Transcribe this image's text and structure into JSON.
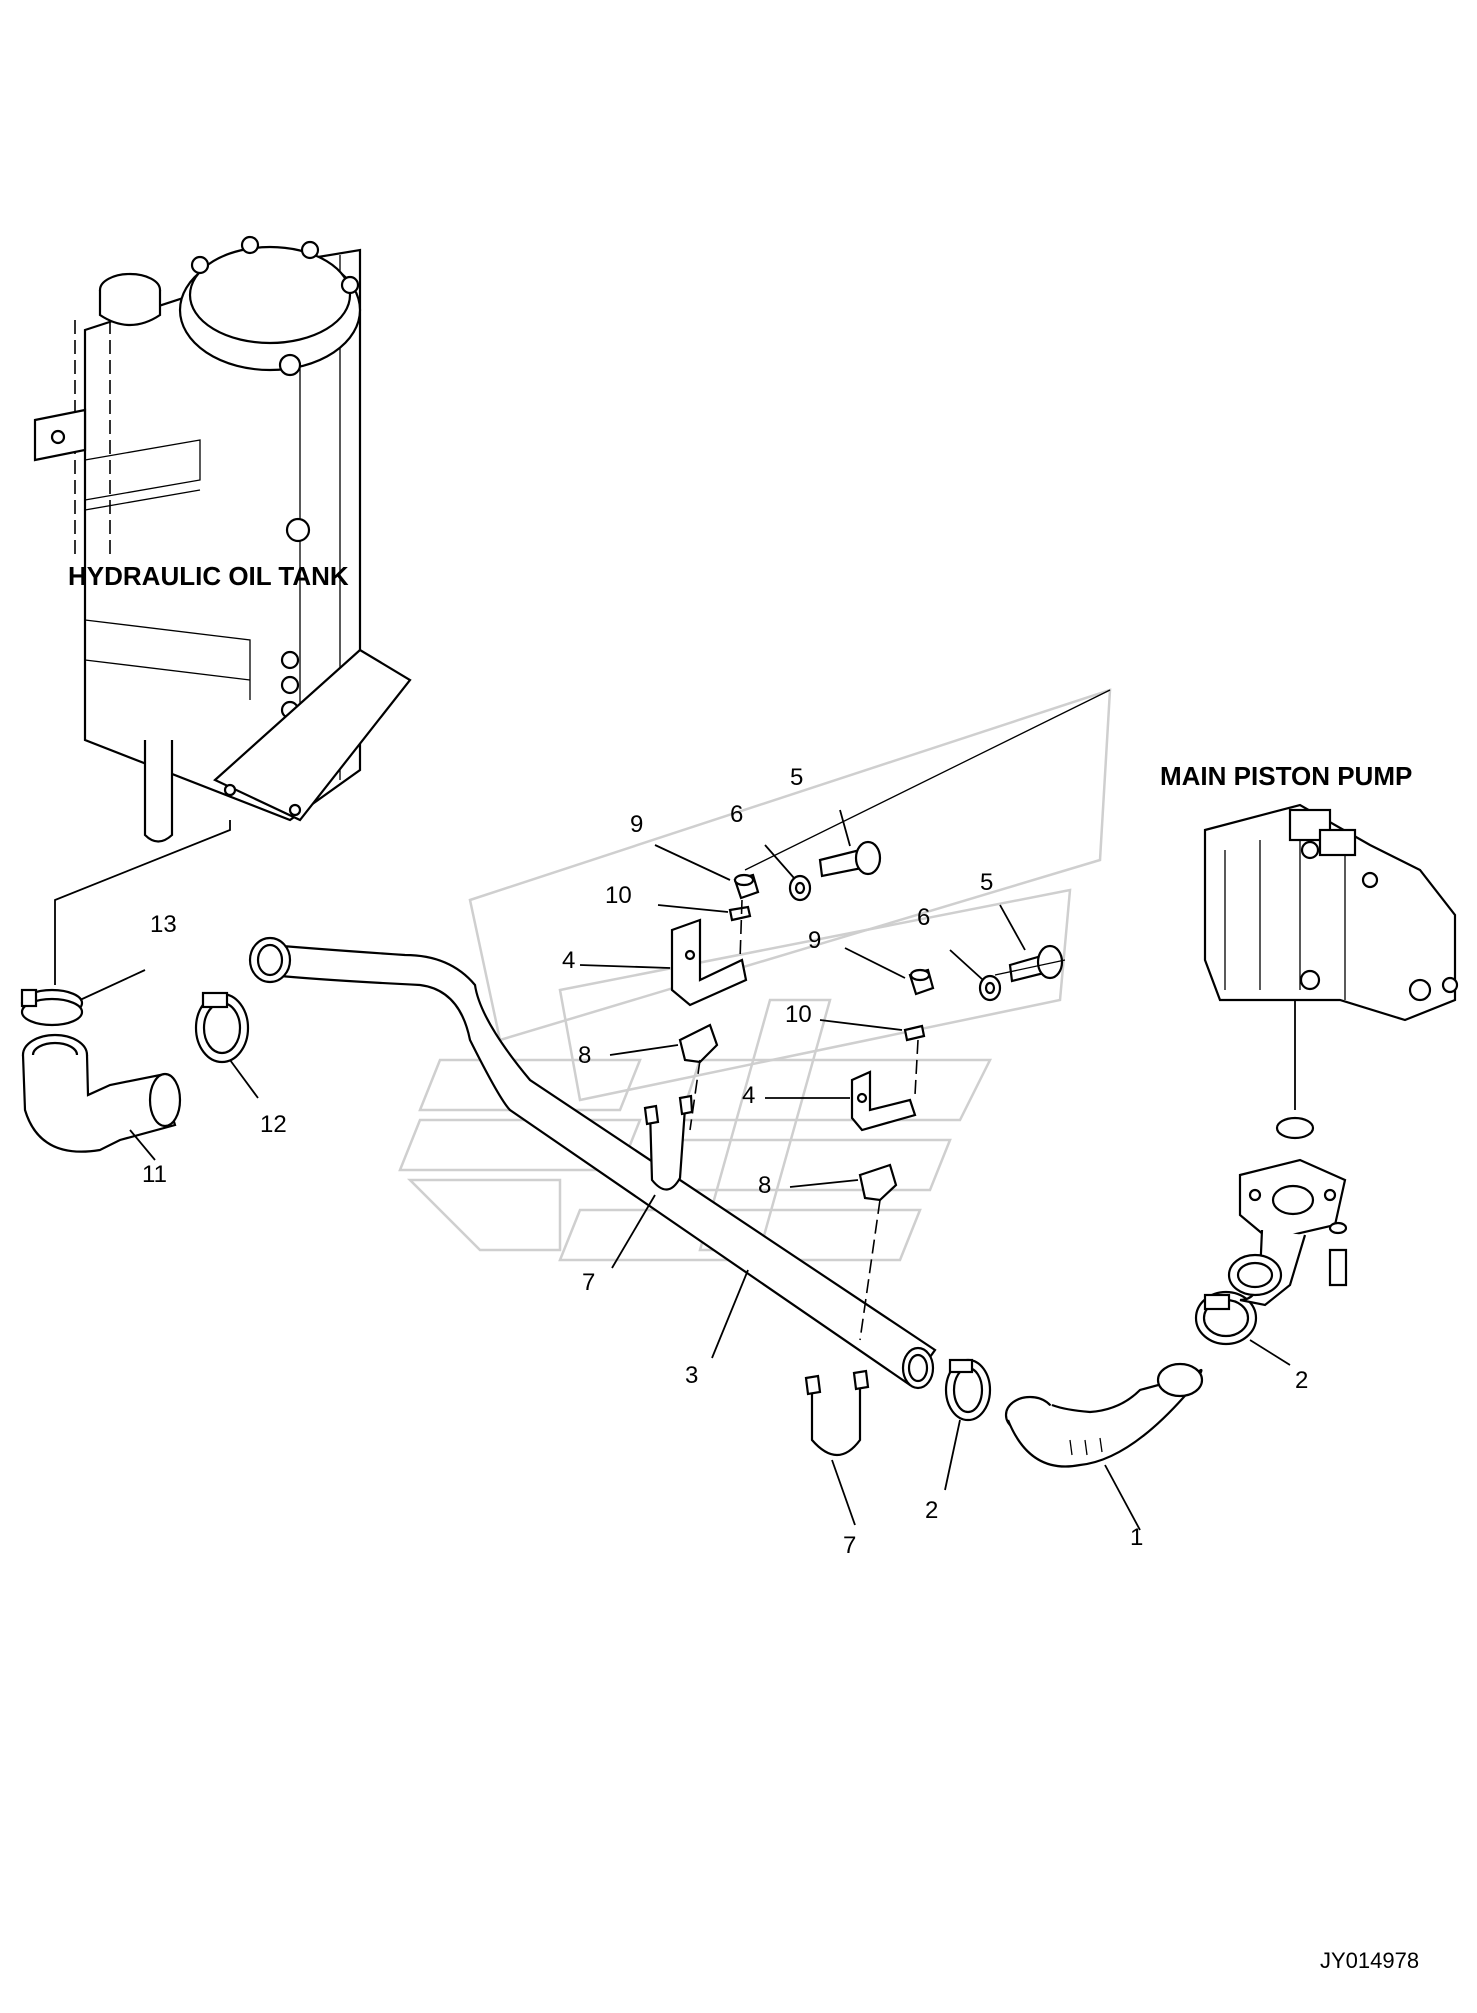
{
  "labels": {
    "hydraulic_oil_tank": "HYDRAULIC OIL TANK",
    "main_piston_pump": "MAIN PISTON PUMP"
  },
  "document_id": "JY014978",
  "callouts": {
    "c1": "1",
    "c2a": "2",
    "c2b": "2",
    "c3": "3",
    "c4a": "4",
    "c4b": "4",
    "c5a": "5",
    "c5b": "5",
    "c6a": "6",
    "c6b": "6",
    "c7a": "7",
    "c7b": "7",
    "c8a": "8",
    "c8b": "8",
    "c9a": "9",
    "c9b": "9",
    "c10a": "10",
    "c10b": "10",
    "c11": "11",
    "c12": "12",
    "c13": "13"
  }
}
